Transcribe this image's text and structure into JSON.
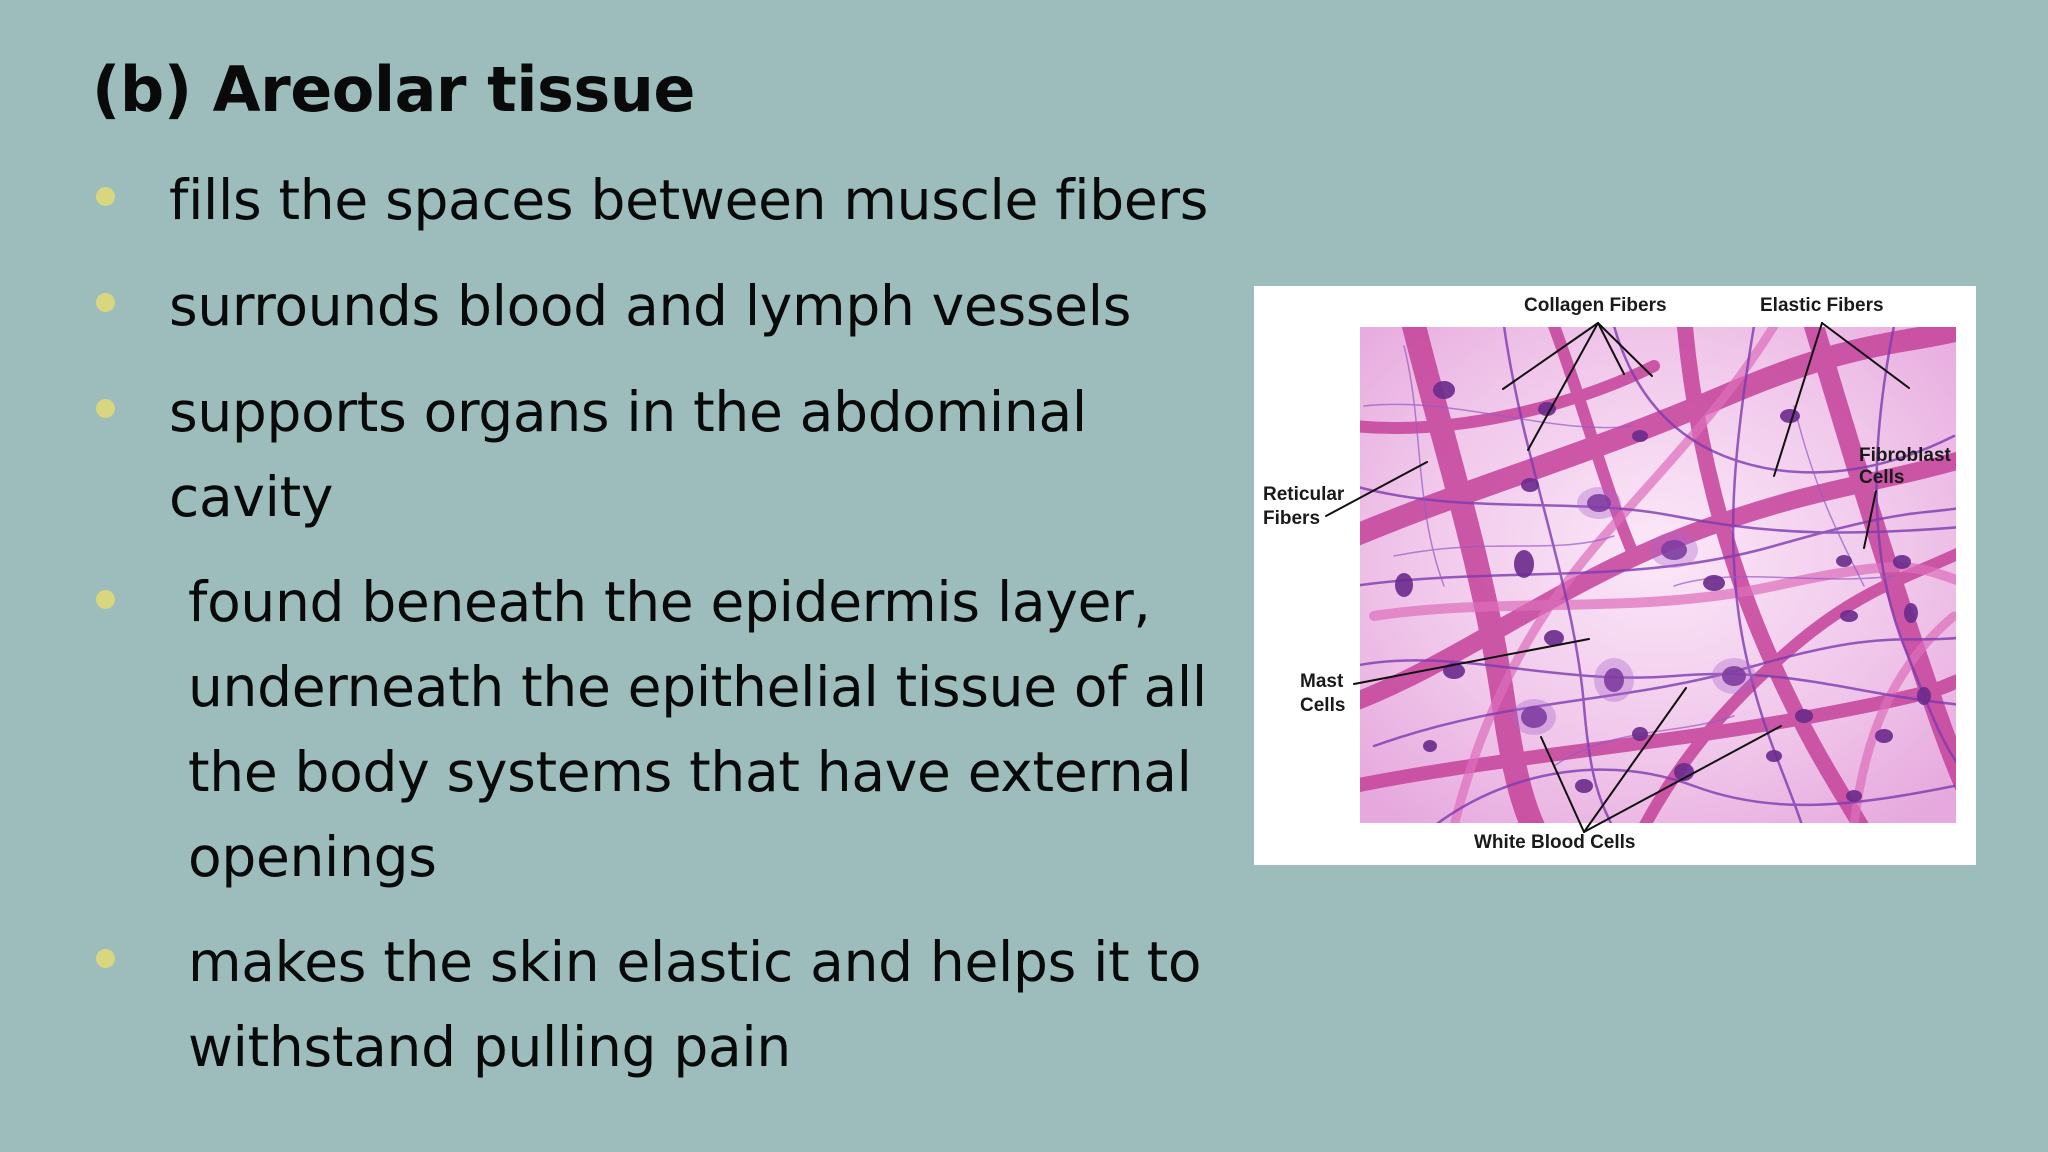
{
  "slide": {
    "title": "(b) Areolar tissue",
    "bullets": [
      {
        "lines": [
          "fills the spaces between muscle fibers"
        ]
      },
      {
        "lines": [
          "surrounds blood and lymph vessels"
        ]
      },
      {
        "lines": [
          "supports organs in the abdominal",
          "cavity"
        ]
      },
      {
        "lines": [
          "found beneath the epidermis layer,",
          "underneath the epithelial tissue of all",
          "the body systems that have external",
          "openings"
        ]
      },
      {
        "lines": [
          "makes the skin elastic and helps it to",
          "withstand pulling pain"
        ]
      }
    ],
    "bullet_color": "#d8d67e",
    "background_color": "#9dbdbd"
  },
  "figure": {
    "description_labels": {
      "collagen": "Collagen Fibers",
      "elastic": "Elastic Fibers",
      "fibroblast_1": "Fibroblast",
      "fibroblast_2": "Cells",
      "reticular_1": "Reticular",
      "reticular_2": "Fibers",
      "mast_1": "Mast",
      "mast_2": "Cells",
      "wbc": "White Blood Cells"
    },
    "tissue_colors": {
      "background": "#f3d3ef",
      "collagen": "#c5429a",
      "elastic": "#7d3bb0",
      "nucleus": "#6a2a8c"
    }
  }
}
